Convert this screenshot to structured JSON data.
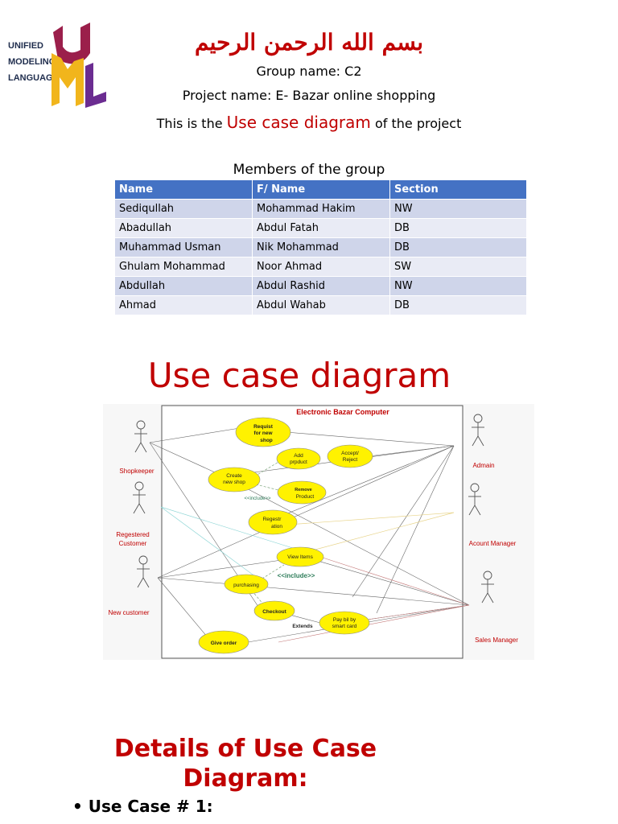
{
  "logo": {
    "line1": "UNIFIED",
    "line2": "MODELING",
    "line3": "LANGUAGE",
    "letters": "UML",
    "colors": {
      "u": "#9b1f4b",
      "m": "#f1b51c",
      "l": "#6b2c91"
    }
  },
  "header": {
    "bismillah": "بسم الله الرحمن الرحيم",
    "group_name": "Group name: C2",
    "project_name": "Project name: E- Bazar online shopping",
    "desc_prefix": "This is the ",
    "desc_highlight": "Use case diagram",
    "desc_suffix": " of the project"
  },
  "members": {
    "caption": "Members of the group",
    "headers": [
      "Name",
      "F/ Name",
      "Section"
    ],
    "rows": [
      [
        "Sediqullah",
        "Mohammad Hakim",
        "NW"
      ],
      [
        "Abadullah",
        "Abdul Fatah",
        "DB"
      ],
      [
        "Muhammad Usman",
        "Nik Mohammad",
        "DB"
      ],
      [
        "Ghulam Mohammad",
        "Noor Ahmad",
        "SW"
      ],
      [
        "Abdullah",
        "Abdul Rashid",
        "NW"
      ],
      [
        "Ahmad",
        "Abdul Wahab",
        "DB"
      ]
    ]
  },
  "section_title": "Use case diagram",
  "diagram": {
    "title": "Electronic Bazar Computer",
    "actors": {
      "shopkeeper": "Shopkeeper",
      "registered_1": "Regestered",
      "registered_2": "Customer",
      "new_customer": "New customer",
      "admin": "Admain",
      "account_manager": "Acount Manager",
      "sales_manager": "Sales Manager"
    },
    "usecases": {
      "request_1": "Requist",
      "request_2": "for new",
      "request_3": "shop",
      "add_1": "Add",
      "add_2": "prpduct",
      "accept_1": "Accept/",
      "accept_2": "Reject",
      "create_1": "Create",
      "create_2": "new shop",
      "remove_1": "Remove",
      "remove_2": "Product",
      "registration_1": "Regestr",
      "registration_2": "ation",
      "view": "View Items",
      "purchasing": "purchasing",
      "checkout": "Checkout",
      "pay_1": "Pay bil by",
      "pay_2": "smart card",
      "give_order": "Give order"
    },
    "labels": {
      "include_1": "<<include>>",
      "include_2": "<<include>>",
      "extends": "Extends"
    }
  },
  "details": {
    "line1": "Details of Use Case",
    "line2": "Diagram:"
  },
  "bullet": "Use Case # 1:"
}
